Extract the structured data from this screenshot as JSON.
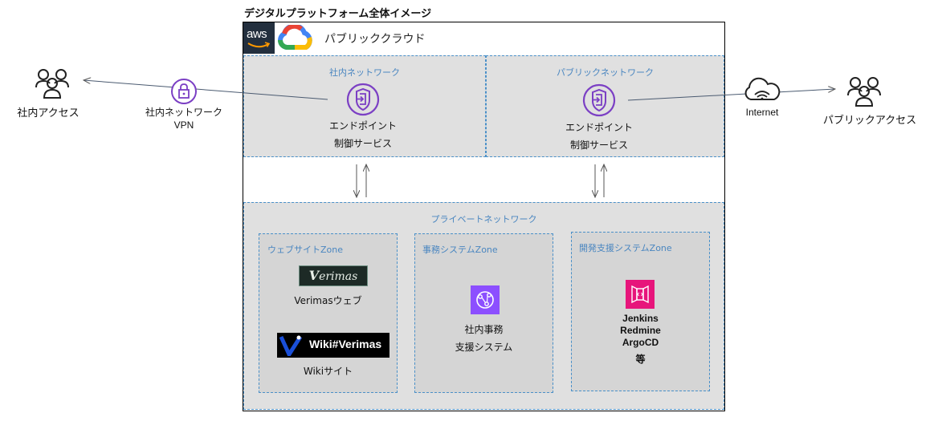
{
  "diagram": {
    "title": "デジタルプラットフォーム全体イメージ",
    "cloud": {
      "aws_logo": "aws",
      "label": "パブリッククラウド"
    },
    "internal_network": {
      "title": "社内ネットワーク",
      "endpoint_line1": "エンドポイント",
      "endpoint_line2": "制御サービス"
    },
    "public_network": {
      "title": "パブリックネットワーク",
      "endpoint_line1": "エンドポイント",
      "endpoint_line2": "制御サービス"
    },
    "private_network": {
      "title": "プライベートネットワーク",
      "zones": [
        {
          "title": "ウェブサイトZone",
          "verimas_logo": "erimas",
          "verimas_logo_v": "V",
          "verimas_label": "Verimasウェブ",
          "wiki_logo": "Wiki#Verimas",
          "wiki_label": "Wikiサイト"
        },
        {
          "title": "事務システムZone",
          "label_line1": "社内事務",
          "label_line2": "支援システム"
        },
        {
          "title": "開発支援システムZone",
          "tools": [
            "Jenkins",
            "Redmine",
            "ArgoCD"
          ],
          "suffix": "等"
        }
      ]
    },
    "left": {
      "users_label": "社内アクセス",
      "vpn_line1": "社内ネットワーク",
      "vpn_line2": "VPN"
    },
    "right": {
      "internet_label": "Internet",
      "users_label": "パブリックアクセス"
    }
  },
  "colors": {
    "network_fill": "#e0e0e0",
    "zone_fill": "#d5d5d5",
    "dashed_border": "#4a90c8",
    "endpoint_purple": "#7b3fc4",
    "aws_dark": "#232f3e",
    "app_integration": "#8c4fff",
    "devtools": "#e7157b"
  }
}
